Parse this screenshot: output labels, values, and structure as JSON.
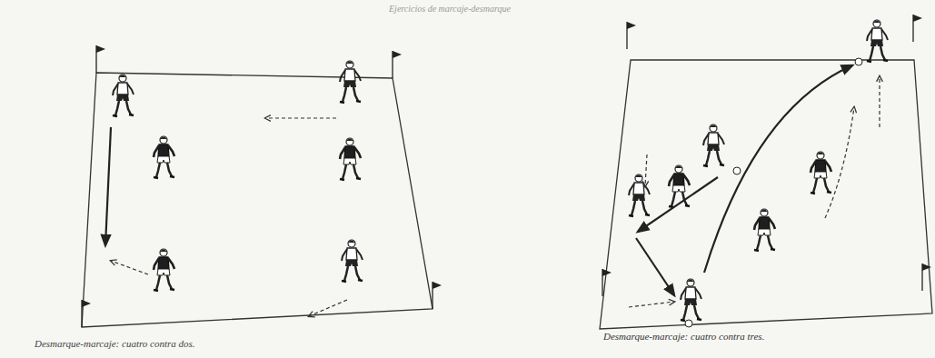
{
  "diagram": {
    "labels": [
      "Ejercicios de marcaje-desmarque",
      "Desmarque-marcaje: cuatro contra dos.",
      "Desmarque-marcaje: cuatro contra tres."
    ]
  }
}
